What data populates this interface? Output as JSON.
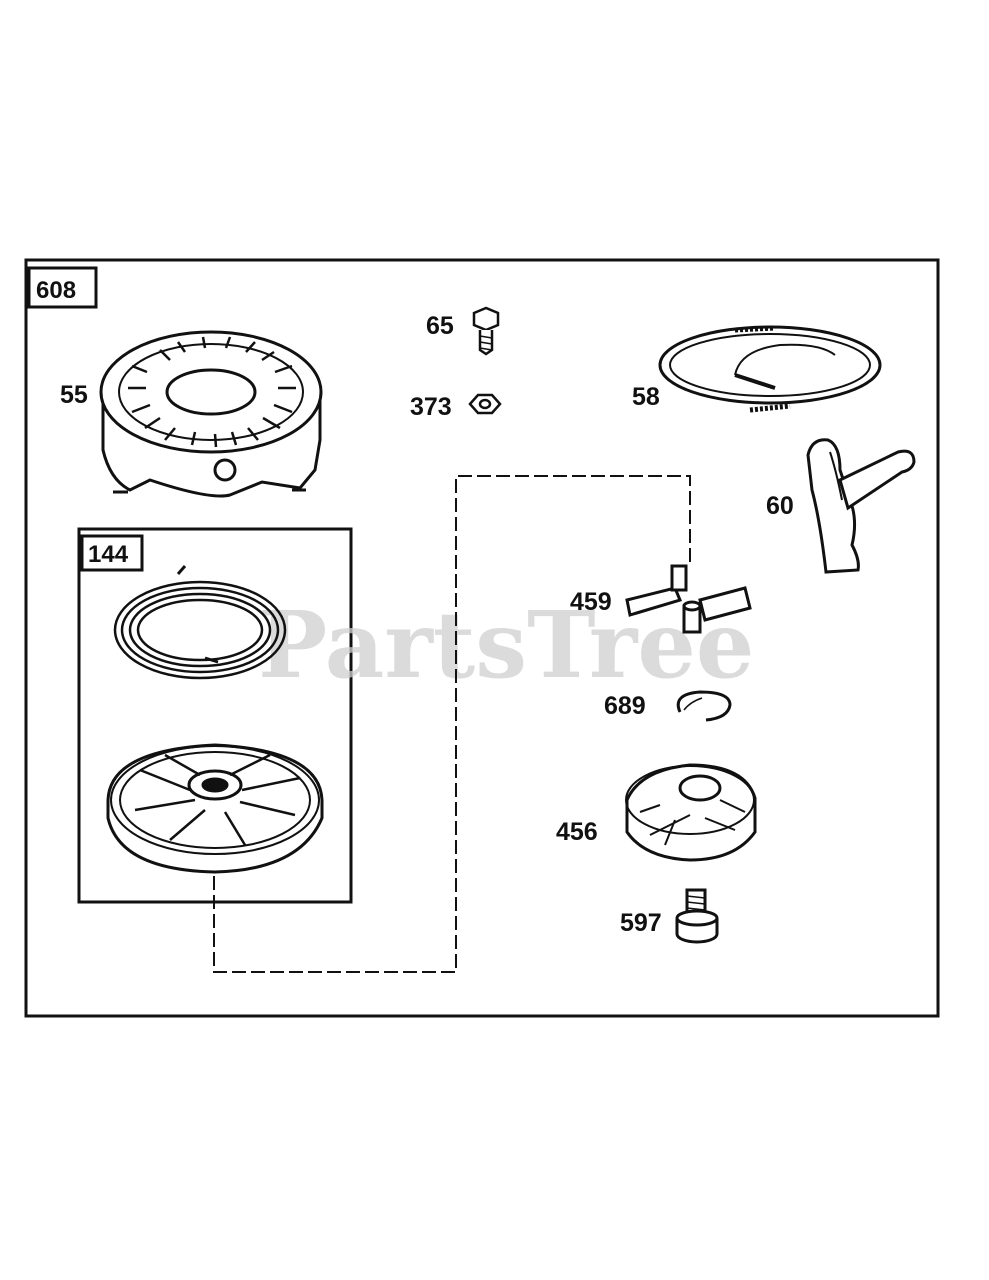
{
  "watermark": "PartsTree",
  "assembly": {
    "label": "608"
  },
  "subassembly": {
    "label": "144"
  },
  "parts": [
    {
      "id": "55",
      "name": "blower-housing"
    },
    {
      "id": "65",
      "name": "screw"
    },
    {
      "id": "373",
      "name": "nut"
    },
    {
      "id": "58",
      "name": "starter-rope"
    },
    {
      "id": "60",
      "name": "starter-handle"
    },
    {
      "id": "459",
      "name": "pawl-dog"
    },
    {
      "id": "689",
      "name": "retainer-ring"
    },
    {
      "id": "456",
      "name": "pulley-hub"
    },
    {
      "id": "597",
      "name": "shoulder-screw"
    }
  ],
  "colors": {
    "line": "#111111",
    "watermark": "#cfcfcf"
  }
}
